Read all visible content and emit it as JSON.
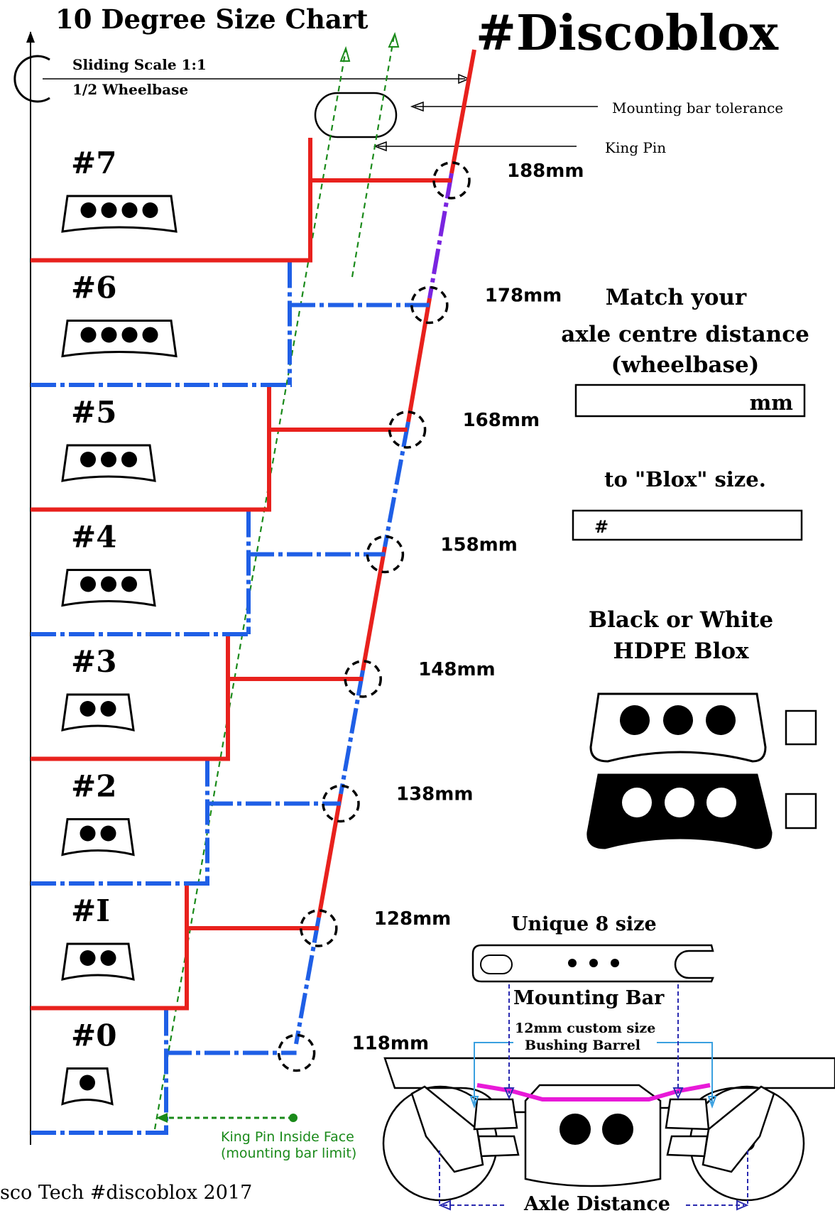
{
  "header": {
    "title": "10 Degree Size Chart",
    "brand": "#Discoblox",
    "scale_label": "Sliding Scale 1:1",
    "half_wheelbase_label": "1/2 Wheelbase"
  },
  "callouts": {
    "mounting_bar_tolerance": "Mounting bar tolerance",
    "king_pin": "King Pin",
    "king_pin_inside_face": "King Pin Inside Face",
    "mounting_bar_limit": "(mounting bar limit)"
  },
  "sizes": [
    {
      "label": "#7",
      "wheelbase": "188mm",
      "holes": 4,
      "line": "red"
    },
    {
      "label": "#6",
      "wheelbase": "178mm",
      "holes": 4,
      "line": "blue"
    },
    {
      "label": "#5",
      "wheelbase": "168mm",
      "holes": 3,
      "line": "red"
    },
    {
      "label": "#4",
      "wheelbase": "158mm",
      "holes": 3,
      "line": "blue"
    },
    {
      "label": "#3",
      "wheelbase": "148mm",
      "holes": 2,
      "line": "red"
    },
    {
      "label": "#2",
      "wheelbase": "138mm",
      "holes": 2,
      "line": "blue"
    },
    {
      "label": "#I",
      "wheelbase": "128mm",
      "holes": 2,
      "line": "red"
    },
    {
      "label": "#0",
      "wheelbase": "118mm",
      "holes": 1,
      "line": "blue"
    }
  ],
  "form": {
    "match_line1": "Match your",
    "match_line2": "axle centre distance",
    "match_line3": "(wheelbase)",
    "mm_field_suffix": "mm",
    "to_blox": "to \"Blox\" size.",
    "size_field_prefix": "#",
    "color_line1": "Black or White",
    "color_line2": "HDPE Blox"
  },
  "mounting": {
    "unique_size": "Unique   8 size",
    "mounting_bar": "Mounting Bar",
    "bushing_line1": "12mm custom size",
    "bushing_line2": "Bushing Barrel",
    "axle_distance": "Axle Distance"
  },
  "footer": {
    "credit": "sco Tech  #discoblox 2017"
  },
  "colors": {
    "red_line": "#e8211d",
    "blue_line": "#1f5fe6",
    "green_guide": "#1a8a1a",
    "bushing_pink": "#e81ad8",
    "bushing_callout": "#3aa0e0",
    "axle_arrow": "#2a2ab0"
  }
}
